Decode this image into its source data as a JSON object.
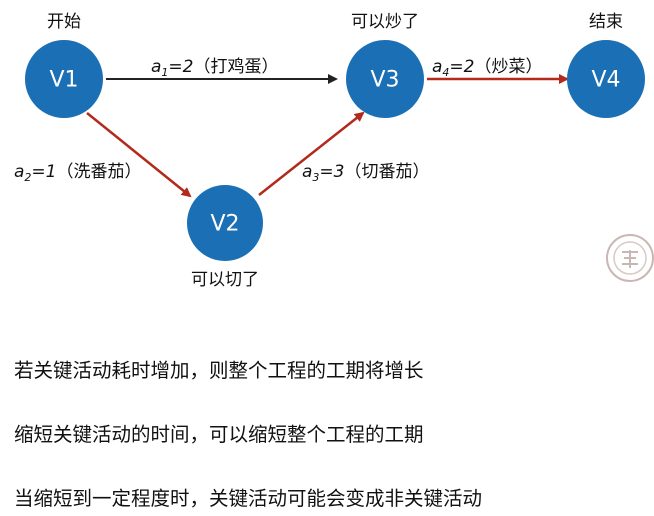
{
  "nodes": {
    "v1": {
      "label": "V1",
      "caption": "开始"
    },
    "v2": {
      "label": "V2",
      "caption": "可以切了"
    },
    "v3": {
      "label": "V3",
      "caption": "可以炒了"
    },
    "v4": {
      "label": "V4",
      "caption": "结束"
    }
  },
  "edges": {
    "a1": {
      "var": "a",
      "sub": "1",
      "value": "=2",
      "desc": "（打鸡蛋）",
      "color": "#222222"
    },
    "a2": {
      "var": "a",
      "sub": "2",
      "value": "=1",
      "desc": "（洗番茄）",
      "color": "#b22a1c"
    },
    "a3": {
      "var": "a",
      "sub": "3",
      "value": "=3",
      "desc": "（切番茄）",
      "color": "#b22a1c"
    },
    "a4": {
      "var": "a",
      "sub": "4",
      "value": "=2",
      "desc": "（炒菜）",
      "color": "#b22a1c"
    }
  },
  "notes": [
    "若关键活动耗时增加，则整个工程的工期将增长",
    "缩短关键活动的时间，可以缩短整个工程的工期",
    "当缩短到一定程度时，关键活动可能会变成非关键活动"
  ],
  "colors": {
    "node_fill": "#1b6fb5",
    "critical_edge": "#b22a1c",
    "normal_edge": "#222222"
  }
}
